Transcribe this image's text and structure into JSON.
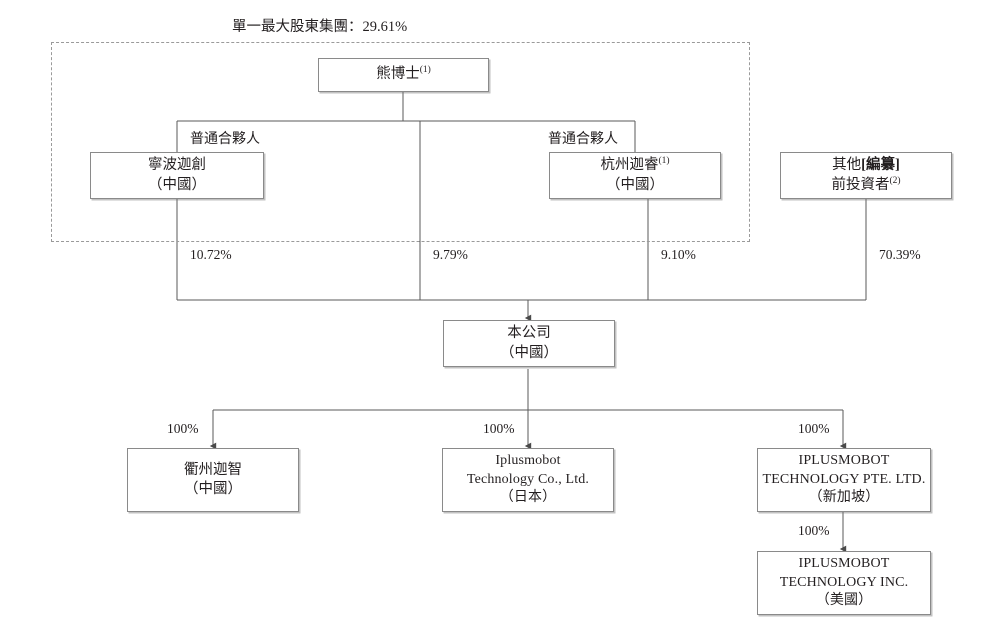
{
  "diagram": {
    "title": "單一最大股東集團：29.61%",
    "largest_shareholder_group_pct": "29.61%",
    "boundary_label": "single-largest-shareholder-group",
    "nodes": {
      "founder": {
        "line1": "熊博士",
        "sup1": "(1)"
      },
      "ningbo": {
        "line1": "寧波迦創",
        "line2": "（中國）"
      },
      "hangzhou": {
        "line1": "杭州迦睿",
        "sup1": "(1)",
        "line2": "（中國）"
      },
      "others": {
        "line1a": "其他",
        "line1b": "[編纂]",
        "line2": "前投資者",
        "sup2": "(2)"
      },
      "company": {
        "line1": "本公司",
        "line2": "（中國）"
      },
      "quzhou": {
        "line1": "衢州迦智",
        "line2": "（中國）"
      },
      "japan": {
        "line1": "Iplusmobot",
        "line2": "Technology Co., Ltd.",
        "line3": "（日本）"
      },
      "singapore": {
        "line1": "IPLUSMOBOT",
        "line2": "TECHNOLOGY PTE. LTD.",
        "line3": "（新加坡）"
      },
      "usa": {
        "line1": "IPLUSMOBOT",
        "line2": "TECHNOLOGY INC.",
        "line3": "（美國）"
      }
    },
    "edge_labels": {
      "gp_left": "普通合夥人",
      "gp_right": "普通合夥人"
    },
    "percentages": {
      "ningbo_to_company": "10.72%",
      "founder_to_company": "9.79%",
      "hangzhou_to_company": "9.10%",
      "others_to_company": "70.39%",
      "company_to_quzhou": "100%",
      "company_to_japan": "100%",
      "company_to_singapore": "100%",
      "singapore_to_usa": "100%"
    },
    "colors": {
      "line": "#5a5a5a",
      "box_border": "#8a8a8a",
      "text": "#231f20",
      "dashed_border": "#9a9a9a",
      "background": "#ffffff"
    }
  },
  "chart_data": {
    "type": "diagram",
    "title": "單一最大股東集團：29.61%",
    "nodes": [
      {
        "id": "founder",
        "label": "熊博士(1)",
        "level": 0
      },
      {
        "id": "ningbo",
        "label": "寧波迦創（中國）",
        "level": 1
      },
      {
        "id": "hangzhou",
        "label": "杭州迦睿(1)（中國）",
        "level": 1
      },
      {
        "id": "others",
        "label": "其他[編纂]前投資者(2)",
        "level": 1
      },
      {
        "id": "company",
        "label": "本公司（中國）",
        "level": 2
      },
      {
        "id": "quzhou",
        "label": "衢州迦智（中國）",
        "level": 3
      },
      {
        "id": "japan",
        "label": "Iplusmobot Technology Co., Ltd.（日本）",
        "level": 3
      },
      {
        "id": "singapore",
        "label": "IPLUSMOBOT TECHNOLOGY PTE. LTD.（新加坡）",
        "level": 3
      },
      {
        "id": "usa",
        "label": "IPLUSMOBOT TECHNOLOGY INC.（美國）",
        "level": 4
      }
    ],
    "edges": [
      {
        "from": "founder",
        "to": "ningbo",
        "label": "普通合夥人"
      },
      {
        "from": "founder",
        "to": "hangzhou",
        "label": "普通合夥人"
      },
      {
        "from": "ningbo",
        "to": "company",
        "label": "10.72%"
      },
      {
        "from": "founder",
        "to": "company",
        "label": "9.79%"
      },
      {
        "from": "hangzhou",
        "to": "company",
        "label": "9.10%"
      },
      {
        "from": "others",
        "to": "company",
        "label": "70.39%"
      },
      {
        "from": "company",
        "to": "quzhou",
        "label": "100%"
      },
      {
        "from": "company",
        "to": "japan",
        "label": "100%"
      },
      {
        "from": "company",
        "to": "singapore",
        "label": "100%"
      },
      {
        "from": "singapore",
        "to": "usa",
        "label": "100%"
      }
    ]
  }
}
